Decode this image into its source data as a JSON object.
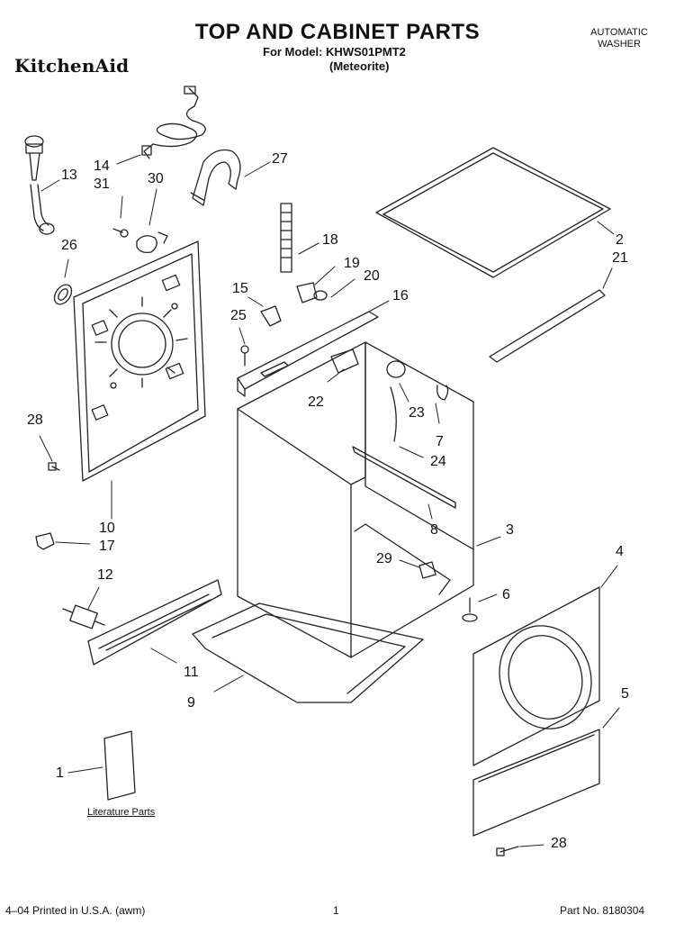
{
  "header": {
    "title": "TOP AND CABINET PARTS",
    "model_line": "For Model: KHWS01PMT2",
    "variant": "(Meteorite)",
    "appliance_line1": "AUTOMATIC",
    "appliance_line2": "WASHER",
    "brand": "KitchenAid"
  },
  "callouts": {
    "p1": "1",
    "p2": "2",
    "p3": "3",
    "p4": "4",
    "p5": "5",
    "p6": "6",
    "p7": "7",
    "p8": "8",
    "p9": "9",
    "p10": "10",
    "p11": "11",
    "p12": "12",
    "p13": "13",
    "p14": "14",
    "p15": "15",
    "p16": "16",
    "p17": "17",
    "p18": "18",
    "p19": "19",
    "p20": "20",
    "p21": "21",
    "p22": "22",
    "p23": "23",
    "p24": "24",
    "p25": "25",
    "p26": "26",
    "p27": "27",
    "p28a": "28",
    "p28b": "28",
    "p29": "29",
    "p30": "30",
    "p31": "31"
  },
  "literature_label": "Literature Parts",
  "footer": {
    "printed": "4–04 Printed in U.S.A. (awm)",
    "page": "1",
    "part_no": "Part No. 8180304"
  }
}
